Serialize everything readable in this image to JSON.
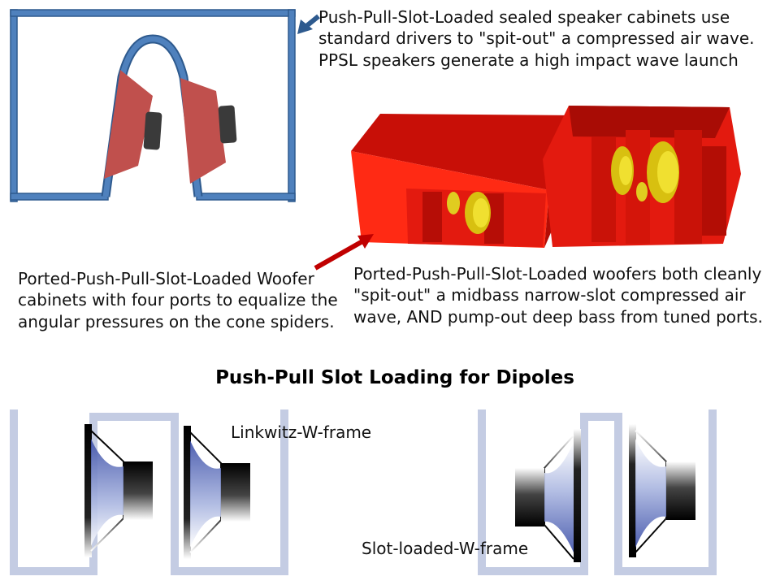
{
  "colors": {
    "frame_blue": "#4f81bd",
    "frame_blue_dark": "#2e5a8e",
    "cabinet_red": "#e31a0f",
    "cone_red": "#c0504d",
    "driver_yellow": "#f0e030",
    "baffle_gray": "#c4cce3",
    "cone_blue": "#3c4fa8"
  },
  "captions": {
    "ppsl_sealed": [
      "Push-Pull-Slot-Loaded sealed speaker cabinets use",
      "standard drivers to \"spit-out\" a compressed air wave.",
      "PPSL speakers generate a high impact wave launch"
    ],
    "ported_left": [
      "Ported-Push-Pull-Slot-Loaded Woofer",
      "cabinets with four ports to equalize the",
      "angular pressures on the cone spiders."
    ],
    "ported_right": [
      "Ported-Push-Pull-Slot-Loaded woofers both cleanly",
      "\"spit-out\" a midbass narrow-slot compressed air",
      "wave,  AND pump-out deep bass from tuned ports."
    ]
  },
  "heading": "Push-Pull Slot Loading for Dipoles",
  "labels": {
    "linkwitz": "Linkwitz-W-frame",
    "slot_loaded": "Slot-loaded-W-frame"
  }
}
